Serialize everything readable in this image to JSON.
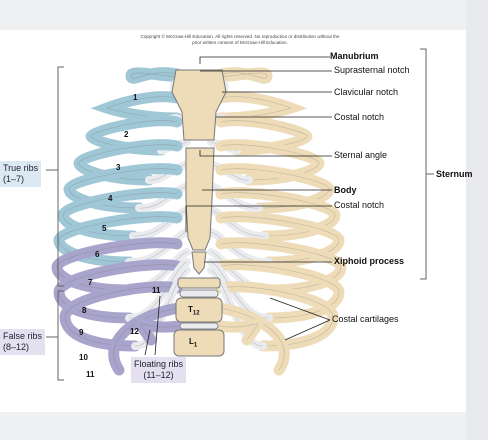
{
  "copyright": "Copyright © McGraw-Hill Education. All rights reserved. No reproduction or distribution without the prior written consent of McGraw-Hill Education.",
  "labels": {
    "manubrium": "Manubrium",
    "suprasternal_notch": "Suprasternal notch",
    "clavicular_notch": "Clavicular notch",
    "costal_notch_upper": "Costal notch",
    "sternal_angle": "Sternal angle",
    "body": "Body",
    "costal_notch_lower": "Costal notch",
    "xiphoid_process": "Xiphoid process",
    "costal_cartilages": "Costal cartilages",
    "sternum": "Sternum"
  },
  "groups": {
    "true_ribs": "True ribs\n(1–7)",
    "false_ribs": "False ribs\n(8–12)",
    "floating_ribs": "Floating ribs\n(11–12)"
  },
  "rib_numbers": [
    "1",
    "2",
    "3",
    "4",
    "5",
    "6",
    "7",
    "8",
    "9",
    "10",
    "11",
    "11",
    "12"
  ],
  "vertebrae": {
    "t12": "T",
    "t12_sub": "12",
    "l1": "L",
    "l1_sub": "1"
  },
  "colors": {
    "true_rib": "#9fc7d6",
    "false_rib": "#a9a4cb",
    "bone": "#eedcb8",
    "cartilage": "#e9ebef",
    "outline": "#555555",
    "true_box": "#dce9f3",
    "false_box": "#e4e0ef"
  }
}
